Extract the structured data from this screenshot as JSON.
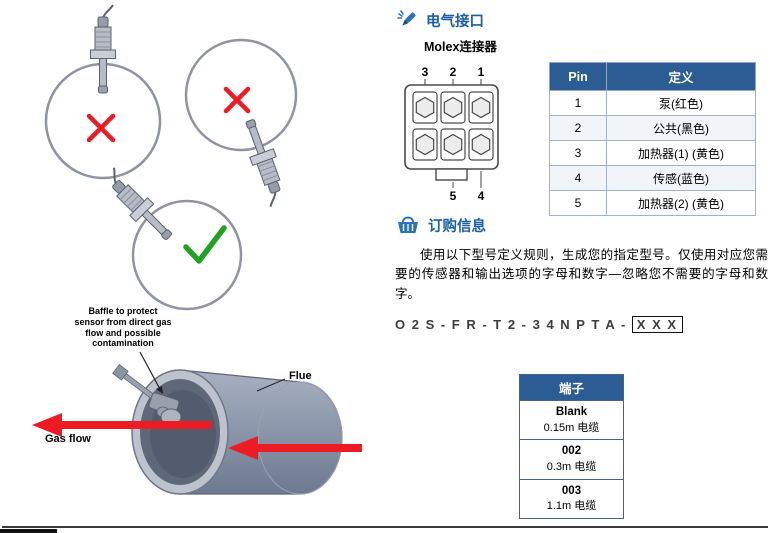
{
  "mounting": {
    "baffle_note": "Baffle to protect\nsensor from direct gas\nflow and possible\ncontamination",
    "flue_label": "Flue",
    "gas_flow_label": "Gas flow",
    "wrong_mark": "x-mark",
    "correct_mark": "check-mark"
  },
  "electrical": {
    "title": "电气接口",
    "connector_label": "Molex连接器",
    "connector": {
      "top_pins": [
        "3",
        "2",
        "1"
      ],
      "bottom_pins": [
        "5",
        "4"
      ]
    },
    "pin_table": {
      "headers": [
        "Pin",
        "定义"
      ],
      "rows": [
        [
          "1",
          "泵(红色)"
        ],
        [
          "2",
          "公共(黑色)"
        ],
        [
          "3",
          "加热器(1) (黄色)"
        ],
        [
          "4",
          "传感(蓝色)"
        ],
        [
          "5",
          "加热器(2) (黄色)"
        ]
      ]
    }
  },
  "ordering": {
    "title": "订购信息",
    "paragraph": "使用以下型号定义规则，生成您的指定型号。仅使用对应您需要的传感器和输出选项的字母和数字—忽略您不需要的字母和数字。",
    "part_number_prefix": "O 2 S - F R - T 2 - 3 4 N P T A -",
    "part_number_suffix": "X X X",
    "terminal_table": {
      "header": "端子",
      "rows": [
        {
          "code": "Blank",
          "desc": "0.15m 电缆"
        },
        {
          "code": "002",
          "desc": "0.3m 电缆"
        },
        {
          "code": "003",
          "desc": "1.1m 电缆"
        }
      ]
    }
  },
  "colors": {
    "accent_blue": "#1b5eab",
    "table_header_blue": "#2b5c94",
    "error_red": "#ed1c24",
    "ok_green": "#1fa321",
    "flue_gray": "#8b95a8"
  }
}
